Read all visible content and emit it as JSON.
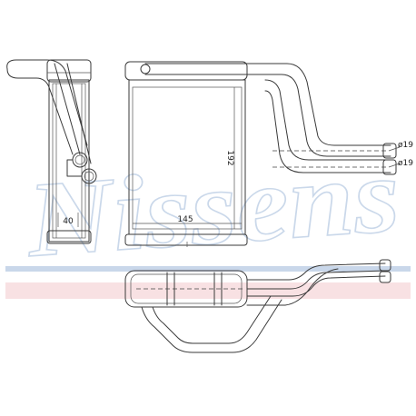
{
  "watermark": {
    "brand": "Nissens"
  },
  "colors": {
    "line": "#3a3a3a",
    "watermark": "#b9cbe3",
    "band_blue": "#c9d7ea",
    "band_red": "#f2c9cc"
  },
  "dimensions": {
    "thickness": "40",
    "width": "145",
    "height": "192",
    "pipe_upper_diameter": "ø19",
    "pipe_lower_diameter": "ø19"
  }
}
